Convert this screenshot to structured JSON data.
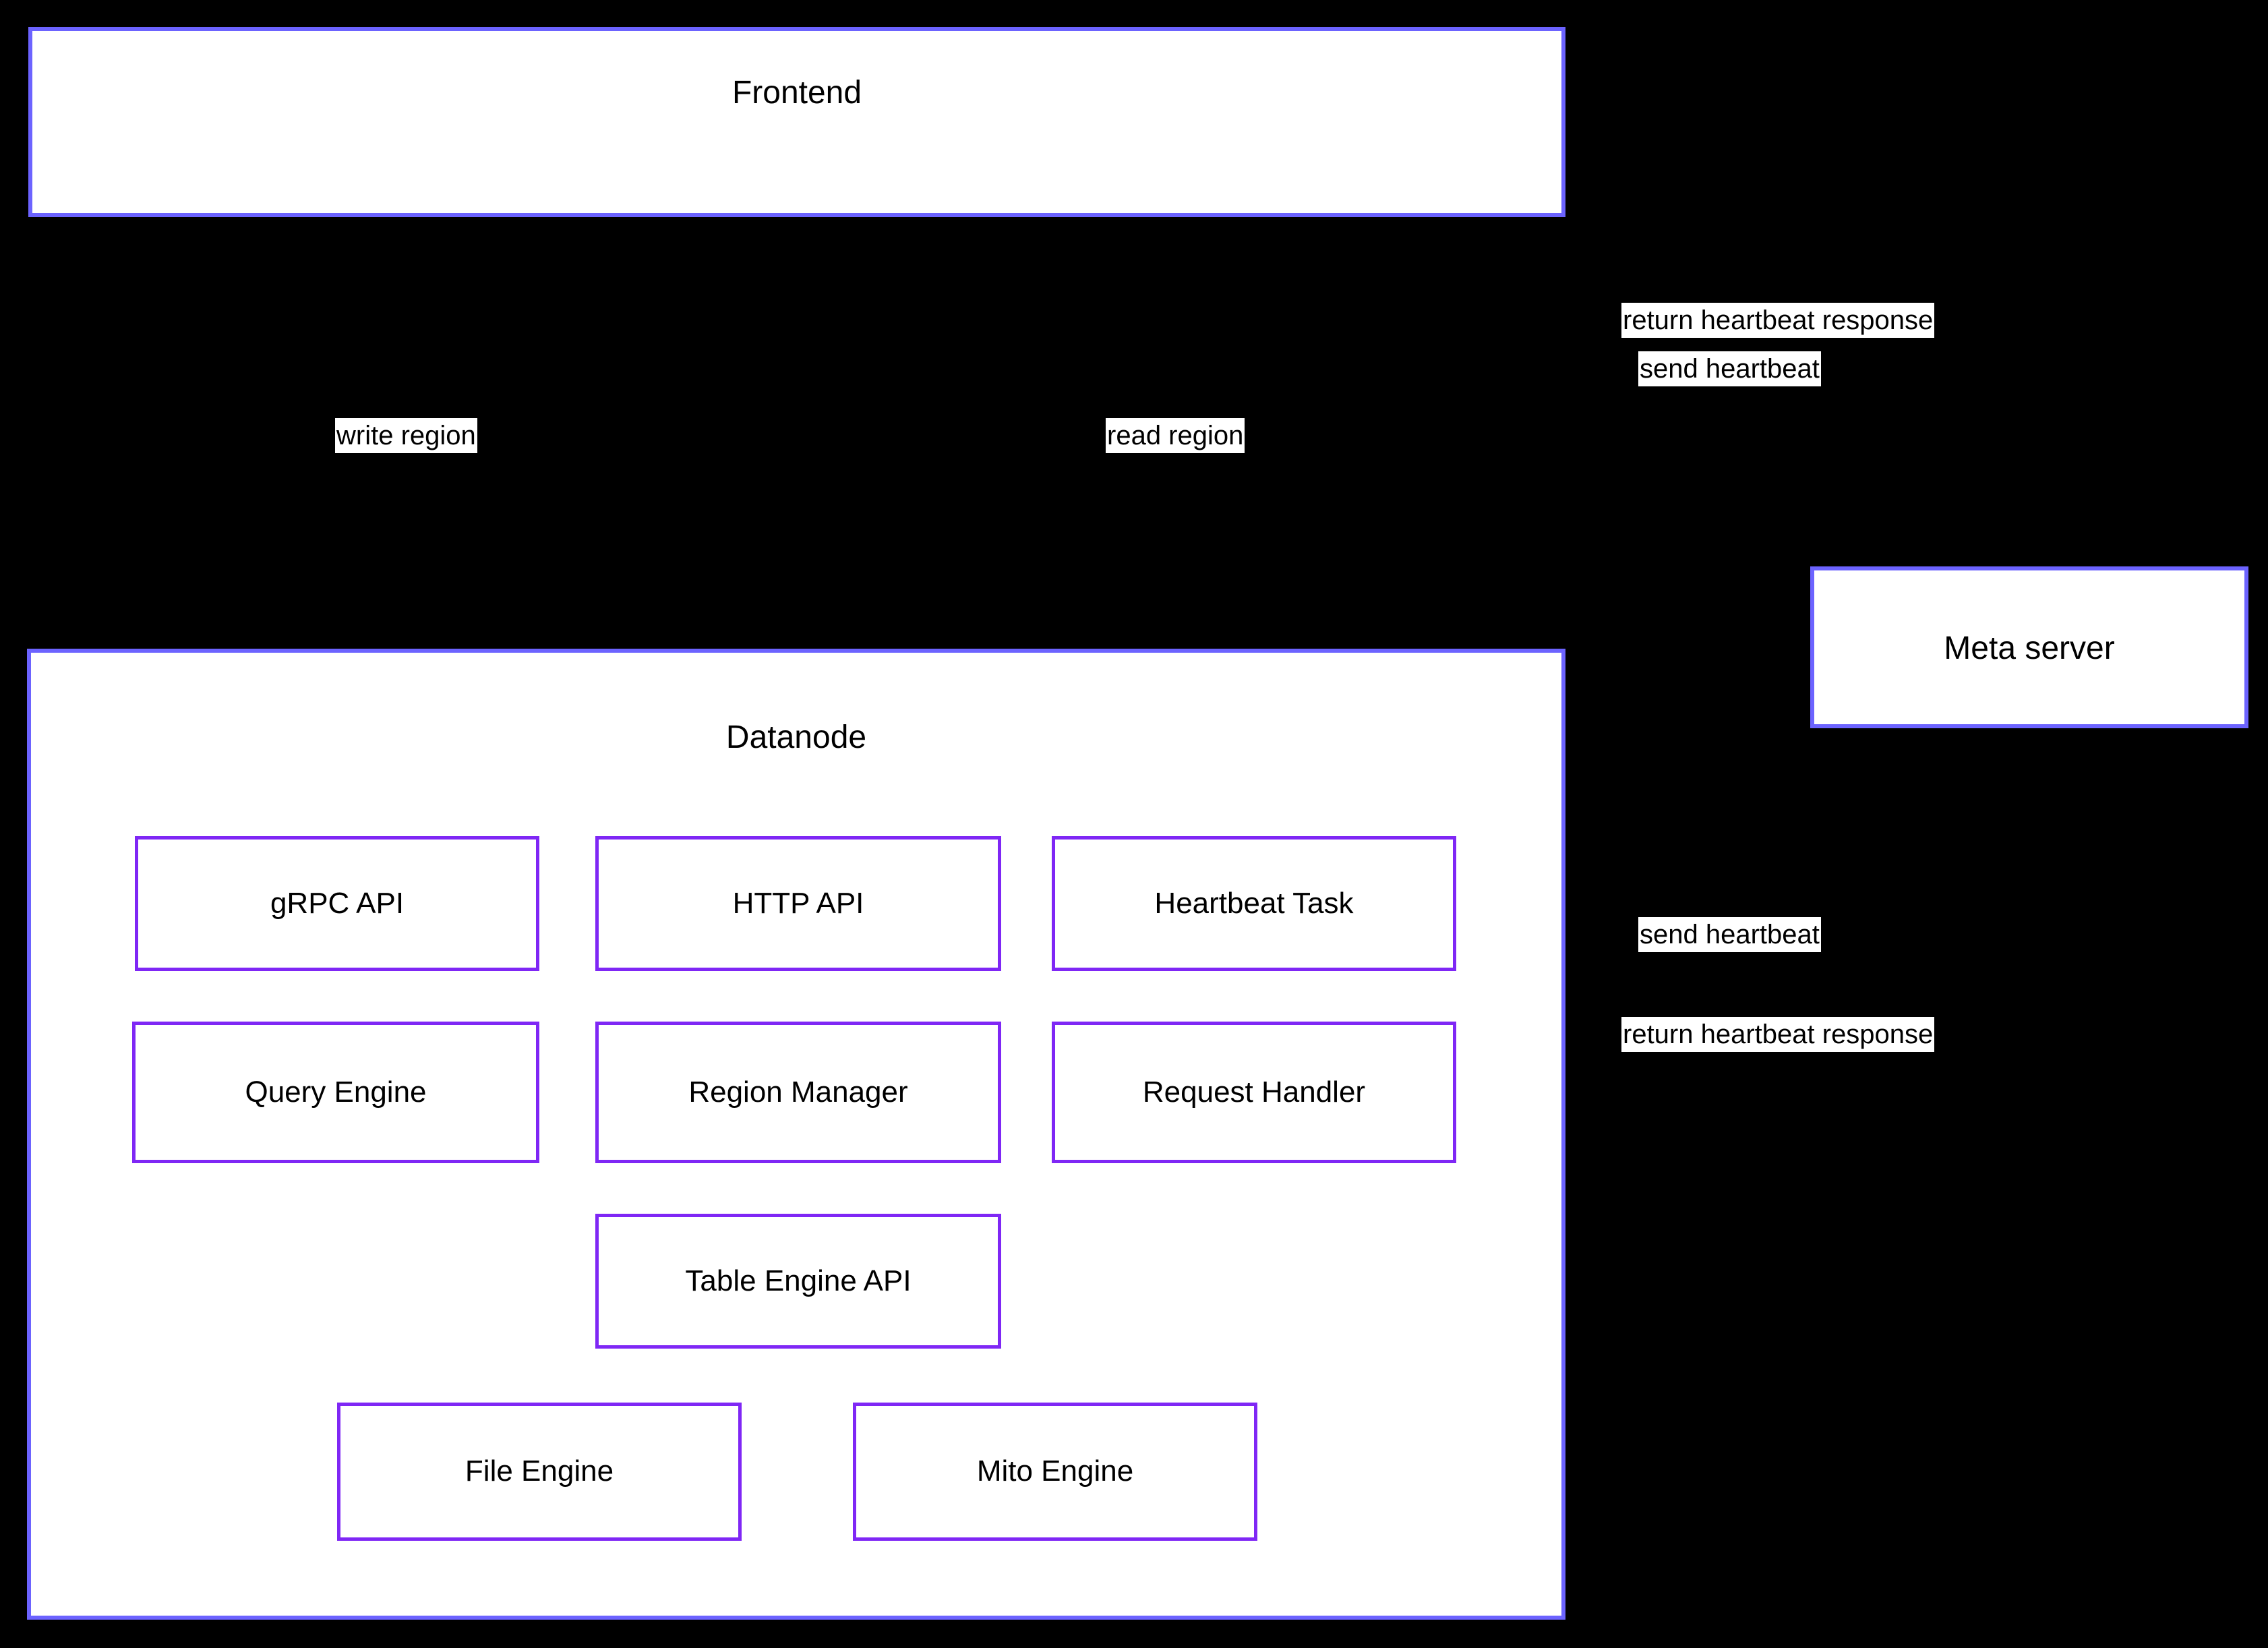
{
  "diagram": {
    "background_color": "#000000",
    "container_border_color": "#6C63FF",
    "module_border_color": "#7F27F5",
    "box_fill_color": "#FFFFFF",
    "text_color": "#000000"
  },
  "frontend": {
    "title": "Frontend"
  },
  "meta_server": {
    "title": "Meta server"
  },
  "datanode": {
    "title": "Datanode",
    "modules": [
      {
        "label": "gRPC API"
      },
      {
        "label": "HTTP API"
      },
      {
        "label": "Heartbeat Task"
      },
      {
        "label": "Query Engine"
      },
      {
        "label": "Region Manager"
      },
      {
        "label": "Request Handler"
      },
      {
        "label": "Table Engine API"
      },
      {
        "label": "File Engine"
      },
      {
        "label": "Mito Engine"
      }
    ]
  },
  "edge_labels": [
    {
      "text": "return heartbeat response"
    },
    {
      "text": "send heartbeat"
    },
    {
      "text": "write region"
    },
    {
      "text": "read region"
    },
    {
      "text": "send heartbeat"
    },
    {
      "text": "return heartbeat response"
    }
  ]
}
